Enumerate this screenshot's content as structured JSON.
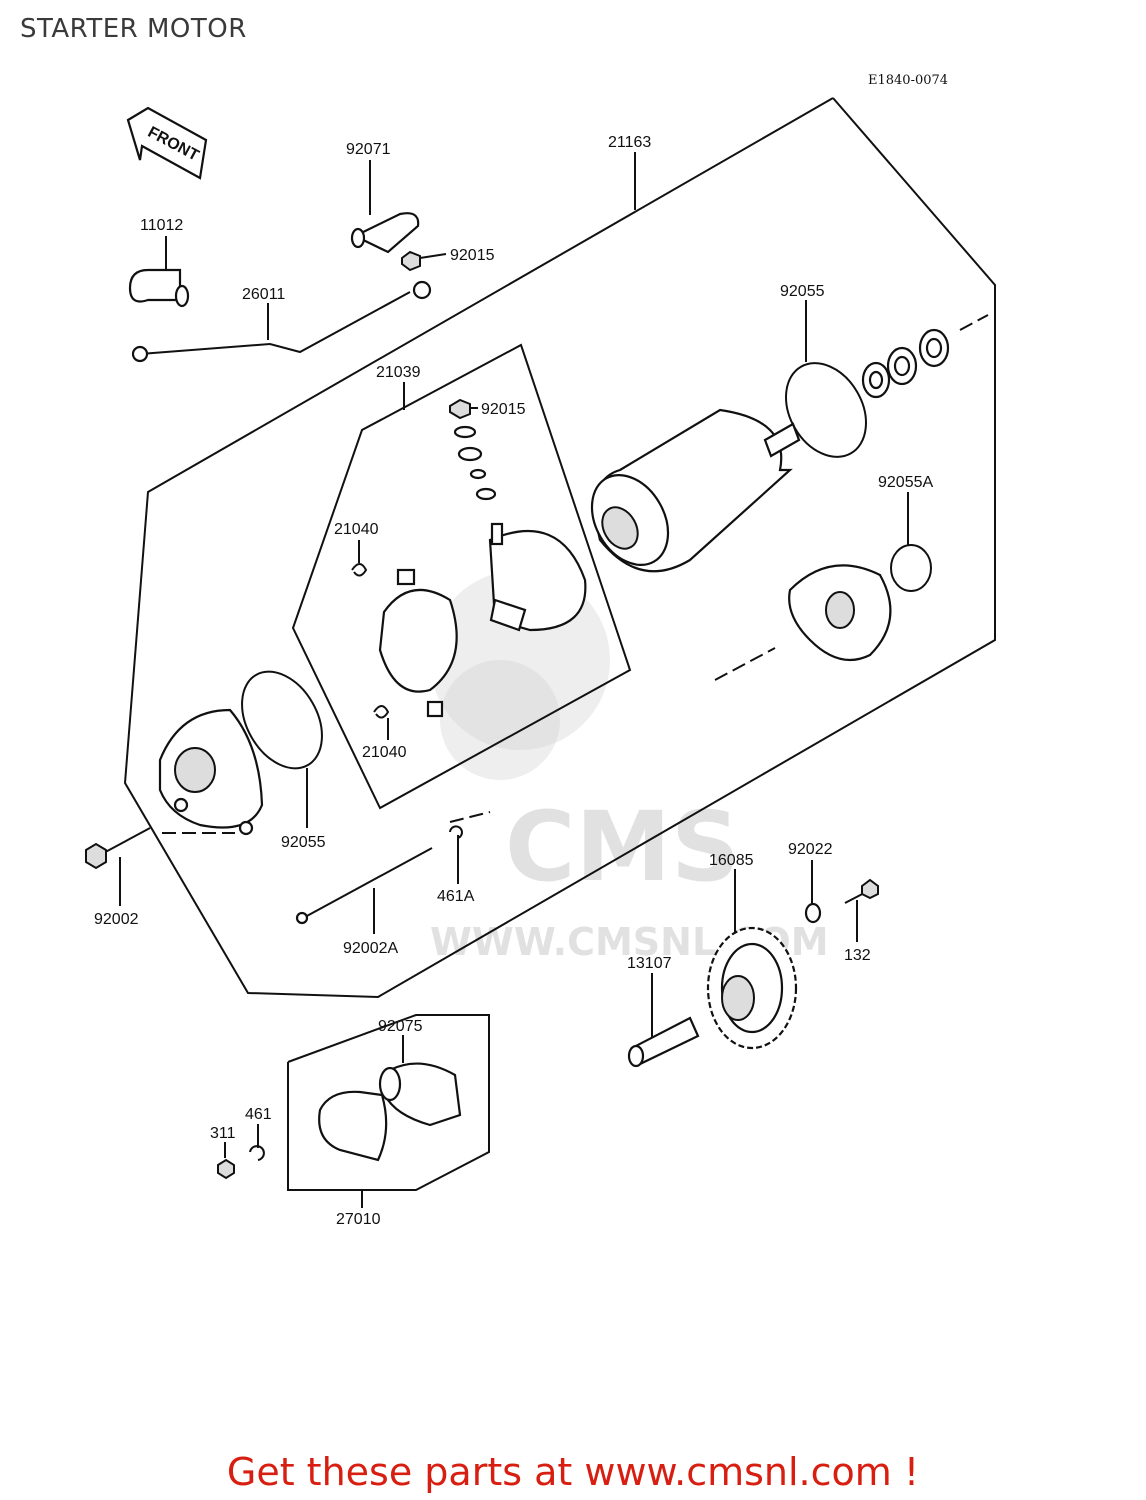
{
  "page_title": "STARTER MOTOR",
  "diagram_code": "E1840-0074",
  "front_label": "FRONT",
  "part_labels": {
    "p11012": "11012",
    "p92071": "92071",
    "p92015_top": "92015",
    "p21163": "21163",
    "p26011": "26011",
    "p92055_top": "92055",
    "p21039": "21039",
    "p92015_mid": "92015",
    "p92055A": "92055A",
    "p21040_a": "21040",
    "p21040_b": "21040",
    "p92055_bottom": "92055",
    "p461A": "461A",
    "p92002": "92002",
    "p92002A": "92002A",
    "p16085": "16085",
    "p92022": "92022",
    "p132": "132",
    "p13107": "13107",
    "p92075": "92075",
    "p461": "461",
    "p311": "311",
    "p27010": "27010"
  },
  "watermark": {
    "brand": "CMS",
    "url": "WWW.CMSNL.COM"
  },
  "promo_text": "Get these parts at www.cmsnl.com !"
}
